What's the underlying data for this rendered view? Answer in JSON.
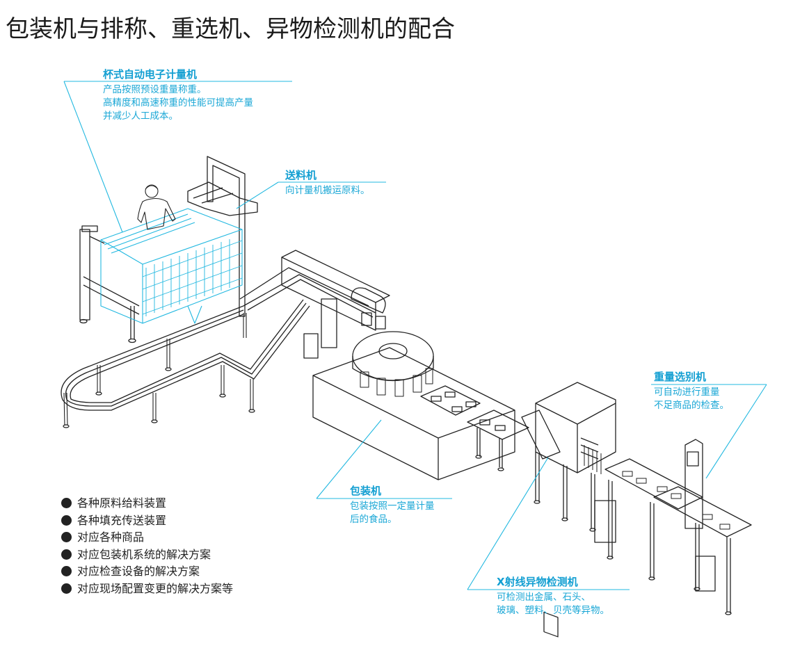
{
  "title": "包装机与排称、重选机、异物检测机的配合",
  "colors": {
    "accent": "#1aa7d6",
    "line": "#222222",
    "highlight": "#22b8e0"
  },
  "callouts": {
    "weigher": {
      "heading": "杯式自动电子计量机",
      "lines": [
        "产品按照预设重量称重。",
        "高精度和高速称重的性能可提高产量",
        "并减少人工成本。"
      ]
    },
    "feeder": {
      "heading": "送料机",
      "lines": [
        "向计量机搬运原料。"
      ]
    },
    "checkweigher": {
      "heading": "重量选别机",
      "lines": [
        "可自动进行重量",
        "不足商品的检查。"
      ]
    },
    "packer": {
      "heading": "包装机",
      "lines": [
        "包装按照一定量计量",
        "后的食品。"
      ]
    },
    "xray": {
      "heading": "X射线异物检测机",
      "lines": [
        "可检测出金属、石头、",
        "玻璃、塑料、贝壳等异物。"
      ]
    }
  },
  "features": [
    "各种原料给料装置",
    "各种填充传送装置",
    "对应各种商品",
    "对应包装机系统的解决方案",
    "对应检查设备的解决方案",
    "对应现场配置变更的解决方案等"
  ],
  "icons": {
    "bullet": "filled-circle"
  }
}
